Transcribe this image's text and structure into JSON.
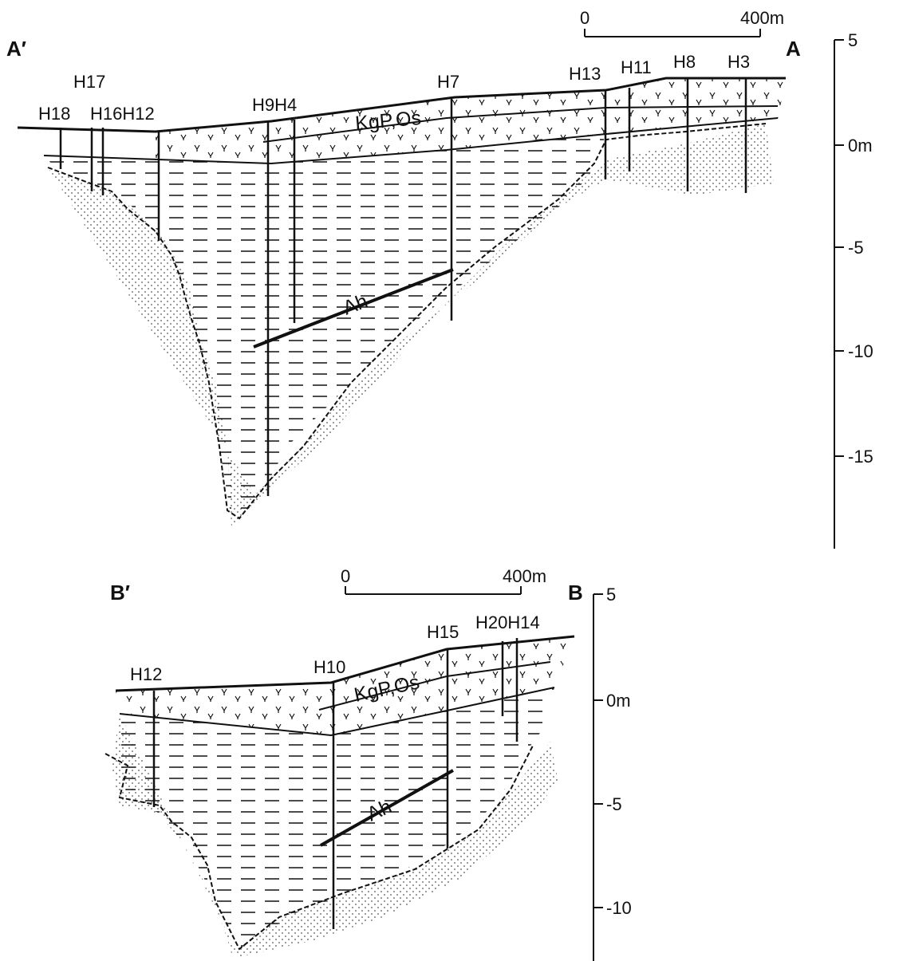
{
  "section_a": {
    "label_left": "A′",
    "label_right": "A",
    "scale_zero": "0",
    "scale_end": "400m",
    "boreholes": [
      "H18",
      "H17",
      "H16H12",
      "H9H4",
      "H7",
      "H13",
      "H11",
      "H8",
      "H3"
    ],
    "unit_upper": "KgP,Os",
    "unit_lower": "Ah",
    "elevation_ticks": [
      "5",
      "0m",
      "-5",
      "-10",
      "-15"
    ]
  },
  "section_b": {
    "label_left": "B′",
    "label_right": "B",
    "scale_zero": "0",
    "scale_end": "400m",
    "boreholes": [
      "H12",
      "H10",
      "H15",
      "H20H14"
    ],
    "unit_upper": "KgP,Os",
    "unit_lower": "Ah",
    "elevation_ticks": [
      "5",
      "0m",
      "-5",
      "-10"
    ]
  },
  "colors": {
    "ink": "#111111",
    "paper": "#ffffff",
    "sand_dot": "#555555"
  }
}
